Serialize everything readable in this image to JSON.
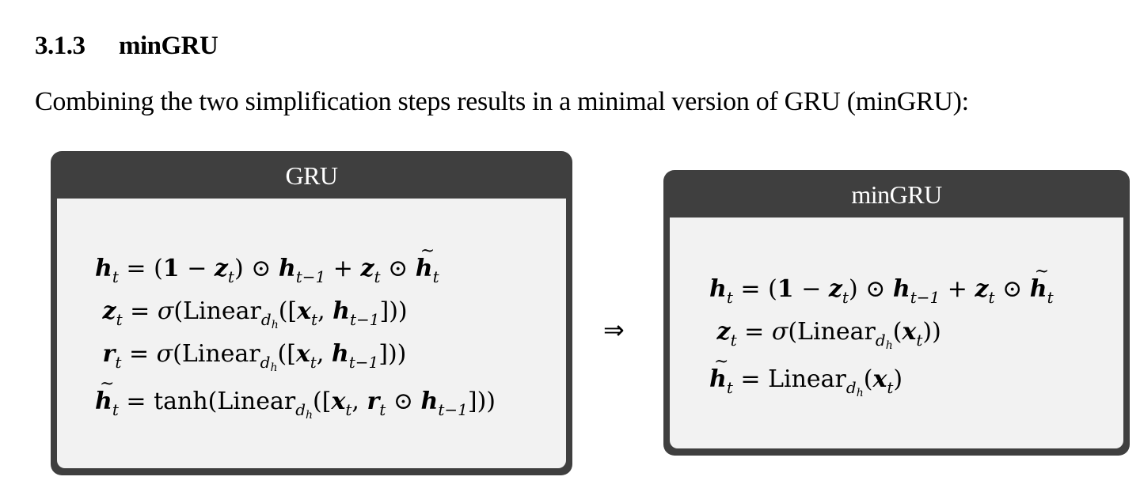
{
  "section": {
    "number": "3.1.3",
    "title": "minGRU"
  },
  "paragraph": "Combining the two simplification steps results in a minimal version of GRU (minGRU):",
  "gru_box": {
    "title": "GRU",
    "equations": [
      "h_t = (1 − z_t) ⊙ h_{t−1} + z_t ⊙ h̃_t",
      "z_t = σ(Linear_{d_h}([x_t, h_{t−1}]))",
      "r_t = σ(Linear_{d_h}([x_t, h_{t−1}]))",
      "h̃_t = tanh(Linear_{d_h}([x_t, r_t ⊙ h_{t−1}]))"
    ]
  },
  "arrow": "⇒",
  "mingru_box": {
    "title": "minGRU",
    "equations": [
      "h_t = (1 − z_t) ⊙ h_{t−1} + z_t ⊙ h̃_t",
      "z_t = σ(Linear_{d_h}(x_t))",
      "h̃_t = Linear_{d_h}(x_t)"
    ]
  },
  "colors": {
    "box_header": "#3f3f3f",
    "box_body": "#f2f2f2",
    "header_text": "#ffffff"
  }
}
